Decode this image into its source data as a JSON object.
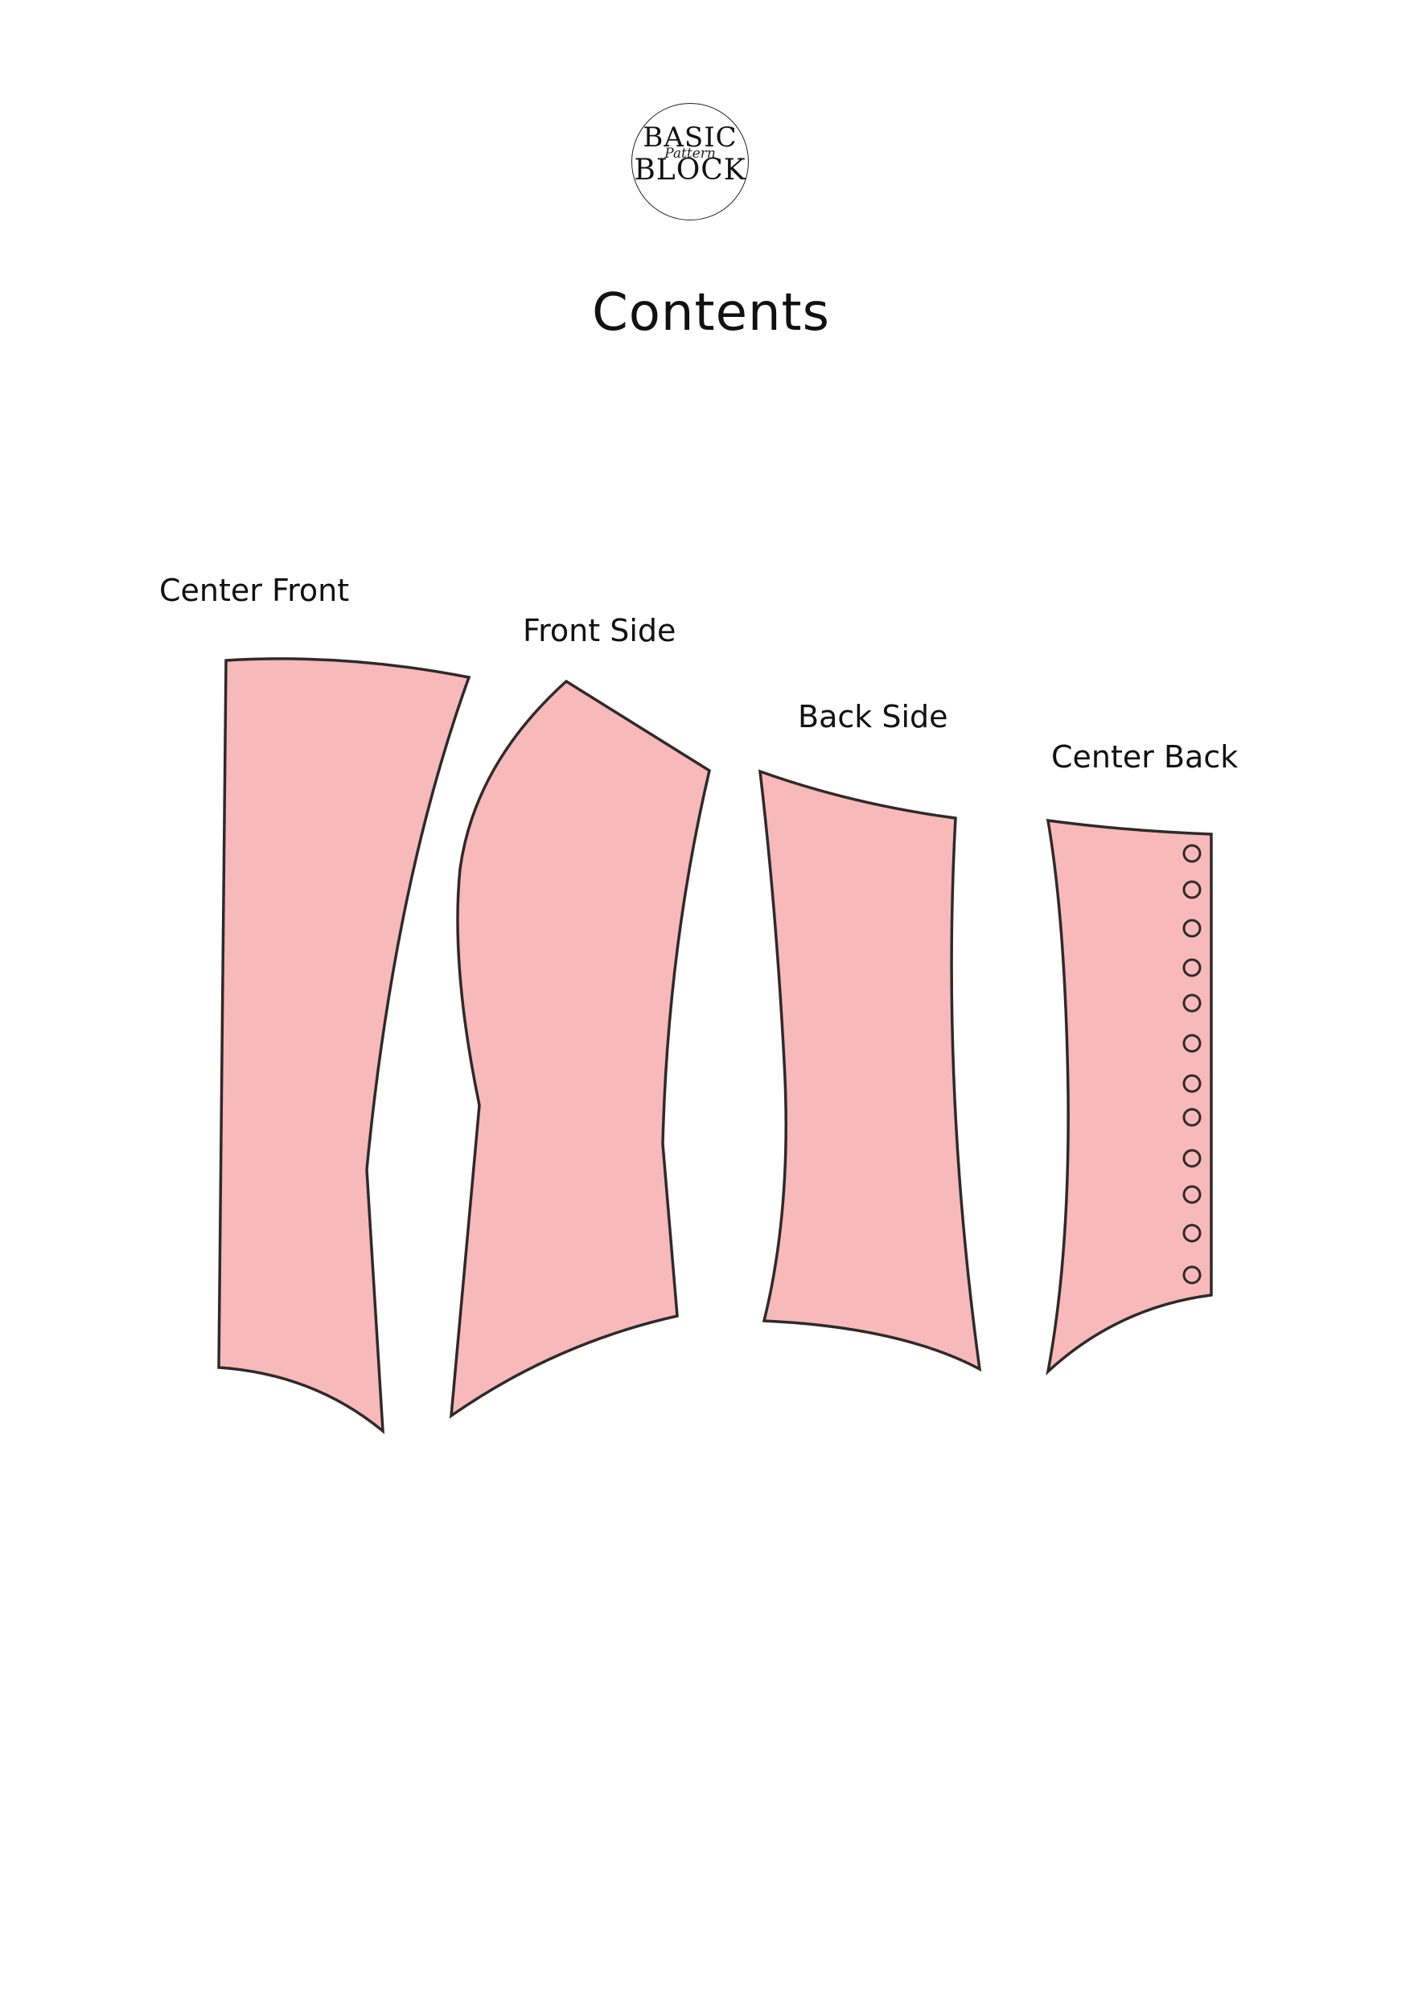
{
  "logo": {
    "line1": "BASIC",
    "script": "Pattern",
    "line2": "BLOCK"
  },
  "page": {
    "title": "Contents"
  },
  "pieces": [
    {
      "name": "Center Front"
    },
    {
      "name": "Front Side"
    },
    {
      "name": "Back Side"
    },
    {
      "name": "Center Back",
      "eyelet_count": 12
    }
  ],
  "colors": {
    "piece_fill": "#f7b9b9",
    "piece_stroke": "#2f2a2a",
    "text": "#111111",
    "background": "#ffffff"
  }
}
